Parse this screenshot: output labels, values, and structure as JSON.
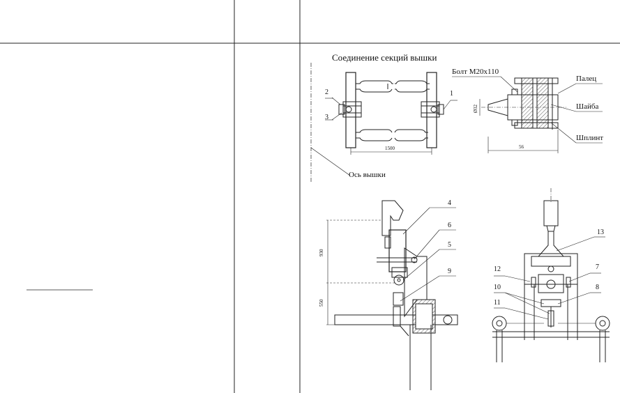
{
  "title_block_rule": "",
  "top_detail": {
    "title": "Соединение секций вышки",
    "axis_label": "Ось вышки",
    "dim_span": "1500",
    "callouts": [
      "1",
      "2",
      "3"
    ]
  },
  "joint_detail": {
    "bolt": "Болт М20х110",
    "pin": "Палец",
    "washer": "Шайба",
    "cotter": "Шплинт",
    "dim_diameter": "Ø32",
    "dim_length": "56"
  },
  "side_view": {
    "dim_upper": "930",
    "dim_lower": "550",
    "callouts": [
      "4",
      "6",
      "5",
      "9"
    ]
  },
  "front_view": {
    "callouts": [
      "13",
      "12",
      "7",
      "10",
      "8",
      "11"
    ]
  }
}
